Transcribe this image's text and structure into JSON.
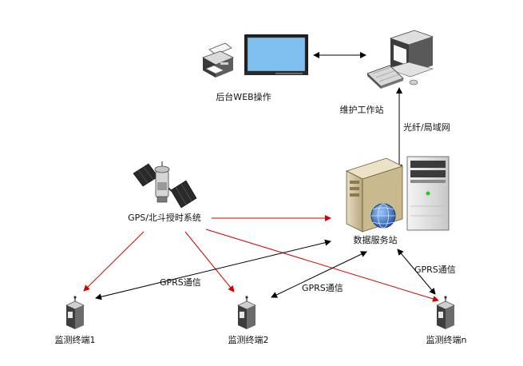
{
  "labels": {
    "backend_web": "后台WEB操作",
    "maintenance_station": "维护工作站",
    "fiber_lan": "光纤/局域网",
    "gps_system": "GPS/北斗授时系统",
    "data_server": "数据服务站",
    "gprs_left": "GPRS通信",
    "gprs_middle": "GPRS通信",
    "gprs_right": "GPRS通信",
    "terminal_1": "监测终端1",
    "terminal_2": "监测终端2",
    "terminal_n": "监测终端n"
  },
  "colors": {
    "black_link": "#000000",
    "red_link": "#d00000",
    "monitor_screen": "#7fbff0",
    "server_dark": "#3c3c3c",
    "led_green": "#22cc22"
  },
  "icons": {
    "printer": "printer-icon",
    "monitor": "monitor-icon",
    "workstation": "workstation-computer-icon",
    "satellite": "satellite-icon",
    "server": "server-icon",
    "globe": "globe-icon",
    "terminal": "monitoring-terminal-icon"
  }
}
